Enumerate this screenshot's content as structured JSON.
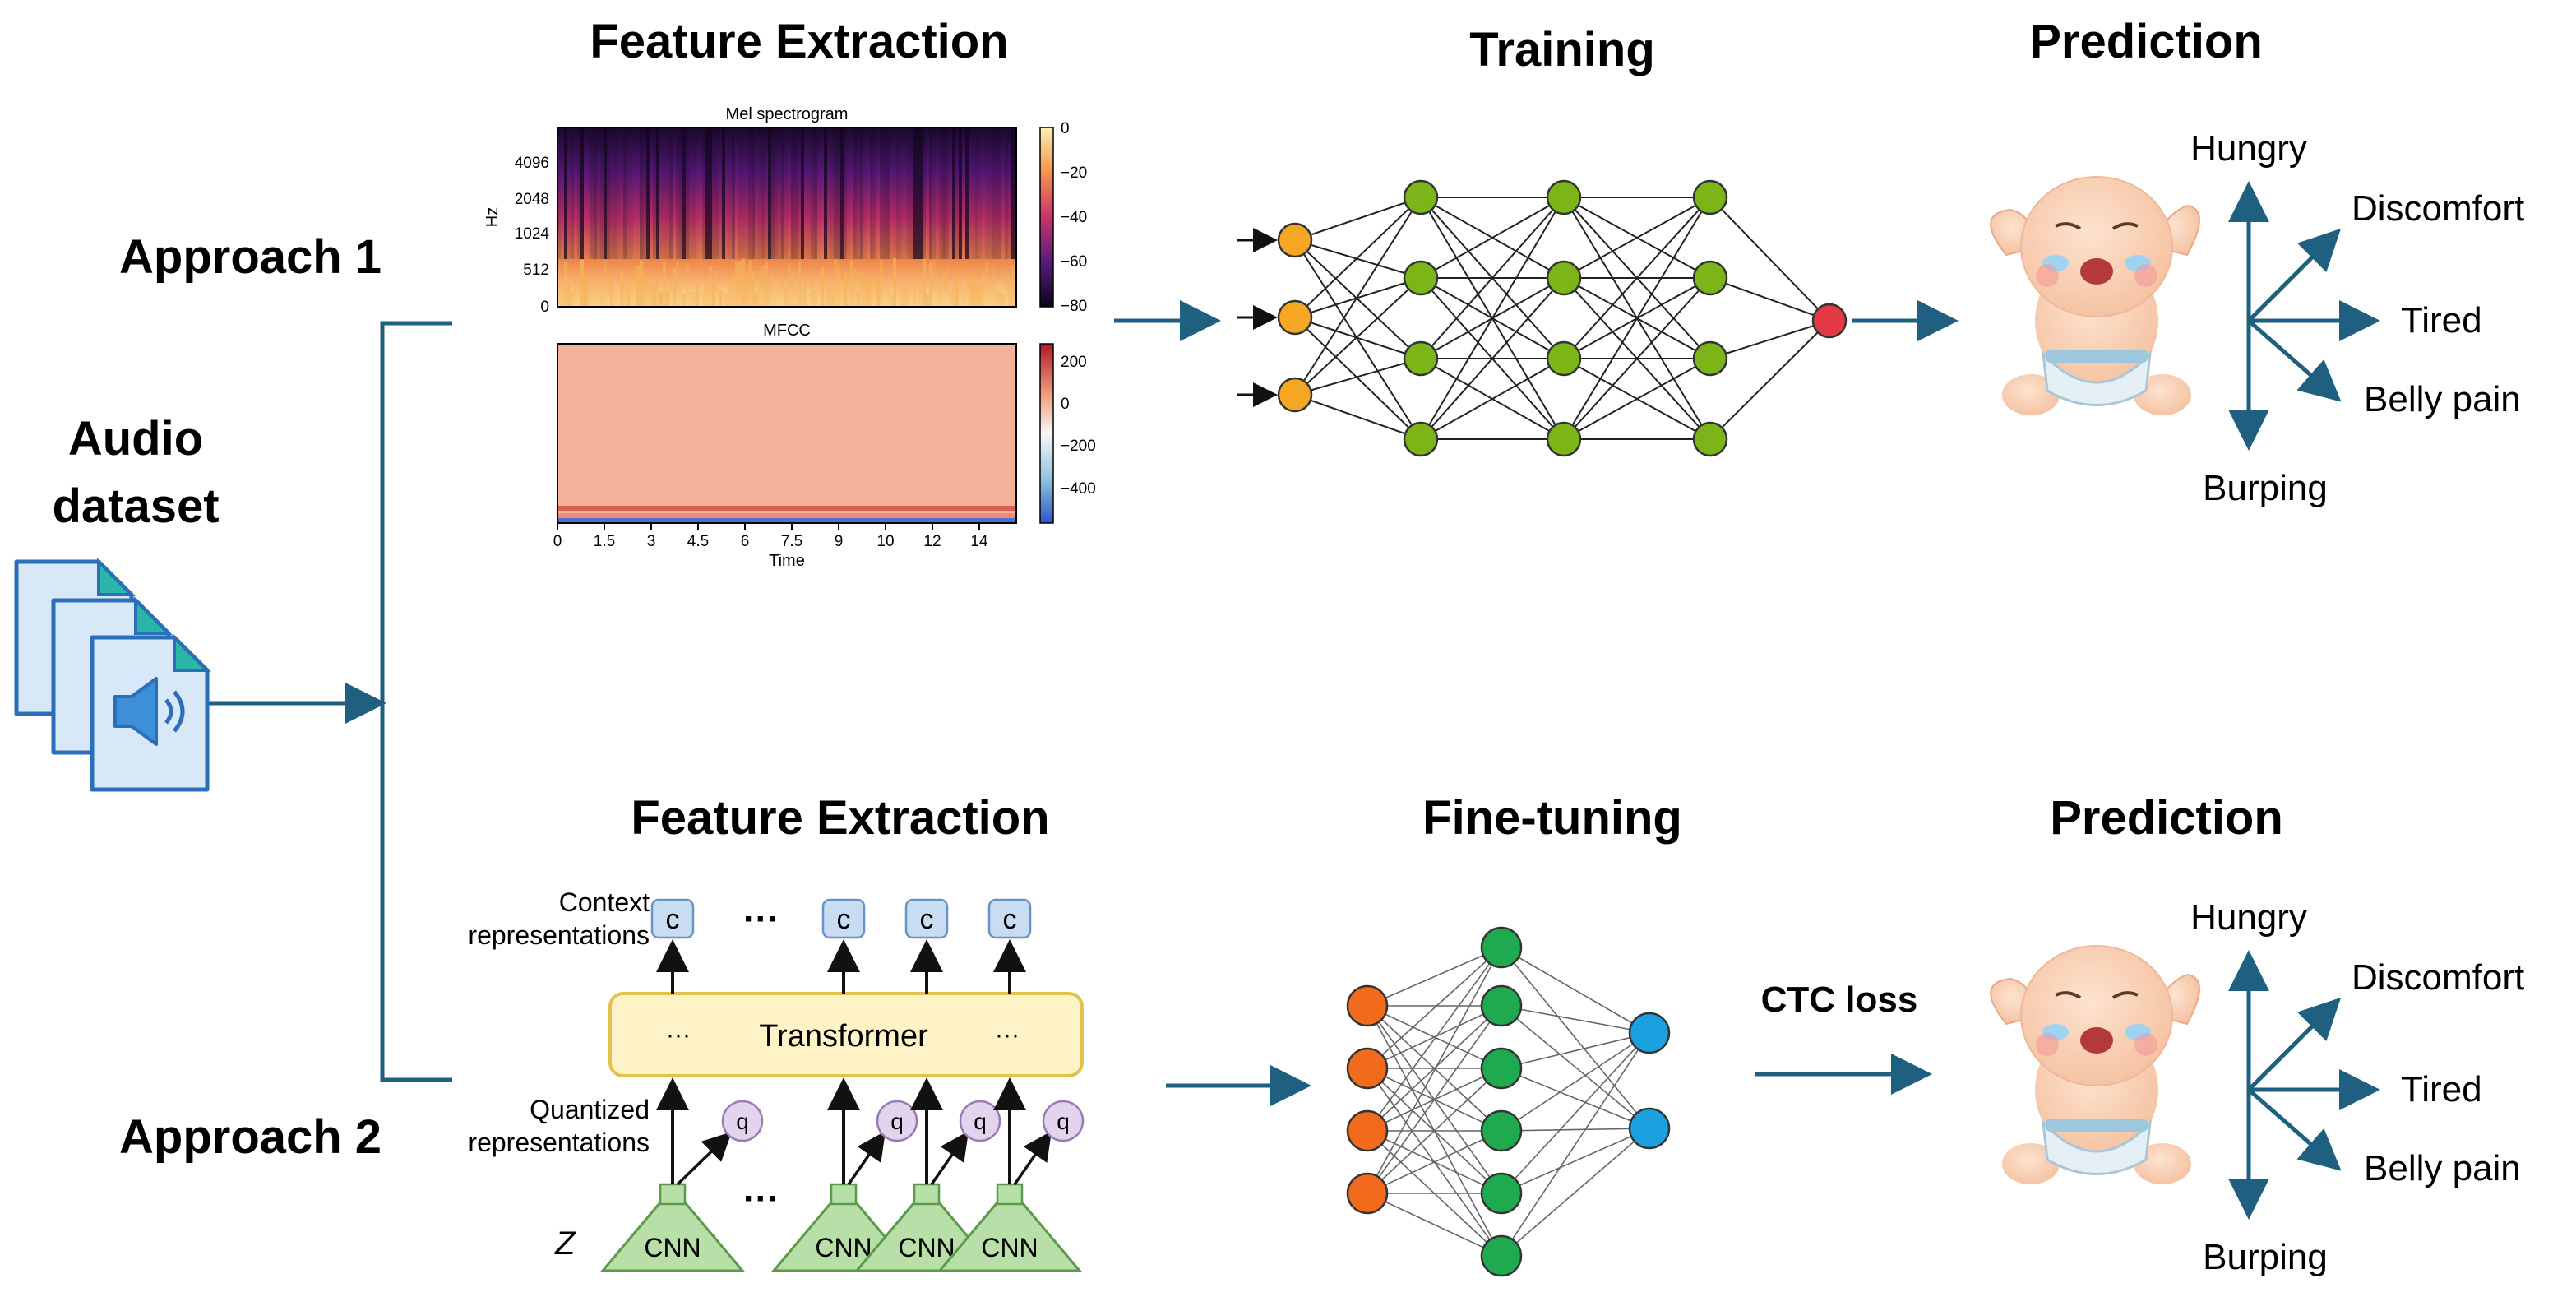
{
  "dataset": {
    "title_line1": "Audio",
    "title_line2": "dataset"
  },
  "approach1": {
    "label": "Approach 1",
    "feature_title": "Feature Extraction",
    "training_title": "Training",
    "prediction_title": "Prediction",
    "mel": {
      "title": "Mel spectrogram",
      "ylabel": "Hz",
      "yticks": [
        "4096",
        "2048",
        "1024",
        "512",
        "0"
      ],
      "cbar_ticks": [
        "0",
        "−20",
        "−40",
        "−60",
        "−80"
      ]
    },
    "mfcc": {
      "title": "MFCC",
      "xlabel": "Time",
      "xticks": [
        "0",
        "1.5",
        "3",
        "4.5",
        "6",
        "7.5",
        "9",
        "10",
        "12",
        "14"
      ],
      "cbar_ticks": [
        "200",
        "0",
        "−200",
        "−400"
      ]
    }
  },
  "approach2": {
    "label": "Approach 2",
    "feature_title": "Feature Extraction",
    "finetune_title": "Fine-tuning",
    "prediction_title": "Prediction",
    "ctc_label": "CTC loss",
    "context_label_line1": "Context",
    "context_label_line2": "representations",
    "quantized_label_line1": "Quantized",
    "quantized_label_line2": "representations",
    "z_label": "Z",
    "transformer_label": "Transformer",
    "c_label": "c",
    "q_label": "q",
    "cnn_label": "CNN",
    "ellipsis": "···"
  },
  "classes": [
    "Hungry",
    "Discomfort",
    "Tired",
    "Belly pain",
    "Burping"
  ],
  "colors": {
    "arrow": "#1f5f7f",
    "input_node_1": "#f5a623",
    "hidden_node_1": "#7cb518",
    "output_node_1": "#e63946",
    "input_node_2": "#f26a1b",
    "hidden_node_2": "#1faa4f",
    "output_node_2": "#1ba1e2",
    "transformer_fill": "#fdf3c6",
    "cnn_fill": "#b8dfa8",
    "q_fill": "#e4d3ee",
    "c_fill": "#c8dcf2"
  }
}
